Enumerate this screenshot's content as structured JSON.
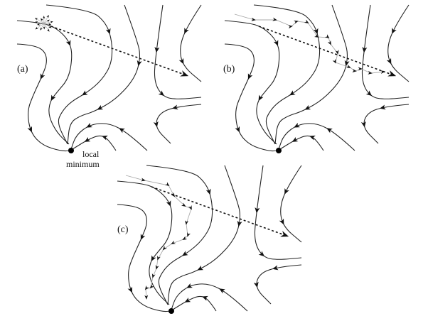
{
  "panels": [
    {
      "label": "(a)",
      "description_label": "local",
      "description_label2": "minimum"
    },
    {
      "label": "(b)"
    },
    {
      "label": "(c)"
    }
  ],
  "colors": {
    "stroke": "#222222",
    "trajectory": "#aaaaaa"
  }
}
